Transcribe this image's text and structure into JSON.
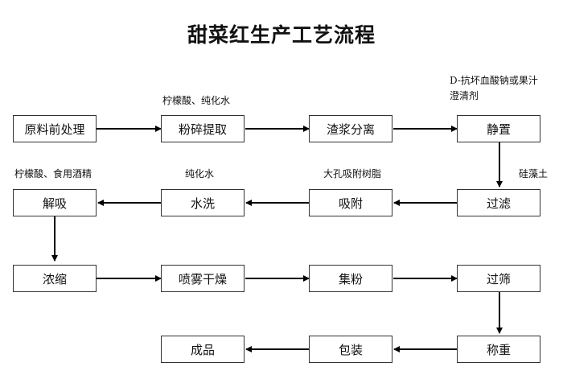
{
  "title": "甜菜红生产工艺流程",
  "steps": {
    "s1": "原料前处理",
    "s2": "粉碎提取",
    "s3": "渣浆分离",
    "s4": "静置",
    "s5": "过滤",
    "s6": "吸附",
    "s7": "水洗",
    "s8": "解吸",
    "s9": "浓缩",
    "s10": "喷雾干燥",
    "s11": "集粉",
    "s12": "过筛",
    "s13": "称重",
    "s14": "包装",
    "s15": "成品"
  },
  "notes": {
    "n_extract": "柠檬酸、纯化水",
    "n_static_1": "D-抗坏血酸钠或果汁",
    "n_static_2": "澄清剂",
    "n_filter": "硅藻土",
    "n_adsorb": "大孔吸附树脂",
    "n_wash": "纯化水",
    "n_desorb": "柠檬酸、食用酒精"
  }
}
